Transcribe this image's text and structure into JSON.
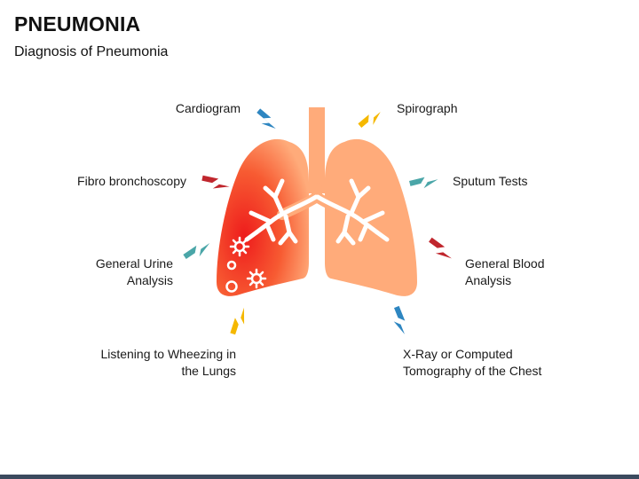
{
  "header": {
    "title": "PNEUMONIA",
    "subtitle": "Diagnosis of Pneumonia"
  },
  "diagnostics": [
    {
      "id": "cardiogram",
      "label": "Cardiogram",
      "bolt_color": "#2e86c1"
    },
    {
      "id": "spirograph",
      "label": "Spirograph",
      "bolt_color": "#f5b800"
    },
    {
      "id": "fibro-bronchoscopy",
      "label": "Fibro bronchoscopy",
      "bolt_color": "#c0262d"
    },
    {
      "id": "sputum-tests",
      "label": "Sputum Tests",
      "bolt_color": "#4aa6a8"
    },
    {
      "id": "general-urine-analysis",
      "label": "General Urine\nAnalysis",
      "bolt_color": "#4aa6a8"
    },
    {
      "id": "general-blood-analysis",
      "label": "General Blood\nAnalysis",
      "bolt_color": "#c0262d"
    },
    {
      "id": "listening-wheezing",
      "label": "Listening to Wheezing in\nthe Lungs",
      "bolt_color": "#f5b800"
    },
    {
      "id": "xray-ct",
      "label": "X-Ray or Computed\nTomography of the Chest",
      "bolt_color": "#2e86c1"
    }
  ],
  "colors": {
    "lung_fill": "#ffab7a",
    "lung_inflamed": "#ef2a1f",
    "trachea": "#ffab7a",
    "bronchi": "#ffffff",
    "bottom_bar": "#3b4a5e"
  }
}
